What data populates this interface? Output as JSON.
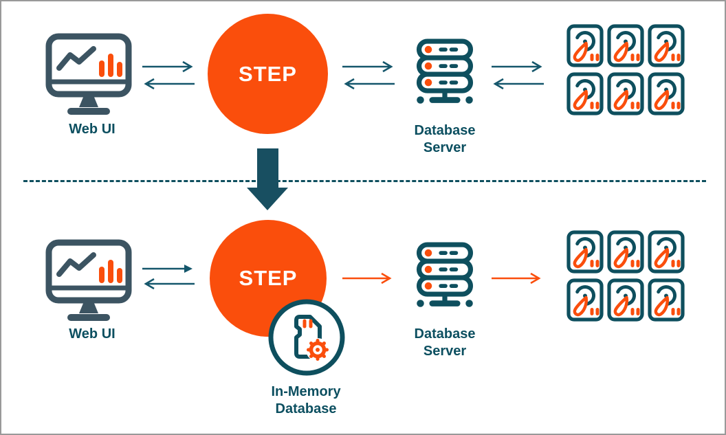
{
  "colors": {
    "orange": "#FA4E0C",
    "teal_text": "#0C4F60",
    "teal_icon": "#0E4F5E",
    "slate_icon": "#3C5462",
    "arrow_teal": "#14566B",
    "big_arrow": "#184F61",
    "page_border": "#999999",
    "background": "#FFFFFF"
  },
  "transition": {
    "divider_style": "dashed-line",
    "arrow_direction": "down"
  },
  "rows": [
    {
      "id": "before",
      "web_ui": {
        "label": "Web UI",
        "icon": "monitor-chart-icon"
      },
      "step": {
        "label": "STEP"
      },
      "database_server": {
        "label_line1": "Database",
        "label_line2": "Server",
        "icon": "server-stack-icon"
      },
      "storage": {
        "icon": "hard-disk-icon",
        "disk_count": 6
      },
      "arrows": {
        "web_ui_step": "bidirectional",
        "step_db": "bidirectional",
        "db_storage": "bidirectional"
      }
    },
    {
      "id": "after",
      "web_ui": {
        "label": "Web UI",
        "icon": "monitor-chart-icon"
      },
      "step": {
        "label": "STEP"
      },
      "in_memory_database": {
        "label_line1": "In-Memory",
        "label_line2": "Database",
        "icon": "memory-card-gear-icon"
      },
      "database_server": {
        "label_line1": "Database",
        "label_line2": "Server",
        "icon": "server-stack-icon"
      },
      "storage": {
        "icon": "hard-disk-icon",
        "disk_count": 6
      },
      "arrows": {
        "web_ui_step": "bidirectional",
        "step_db": "one-way-orange",
        "db_storage": "one-way-orange"
      }
    }
  ]
}
